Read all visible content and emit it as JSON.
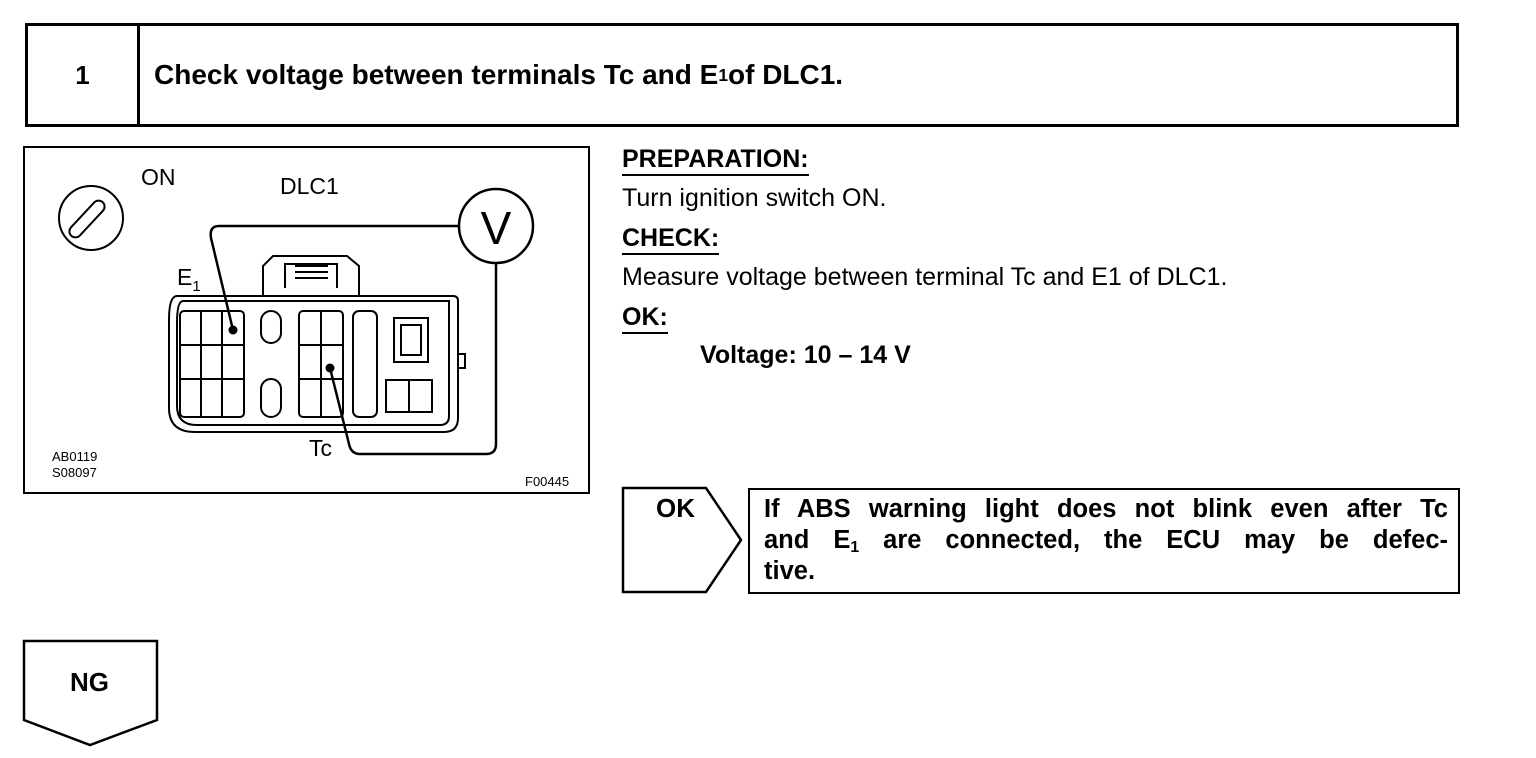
{
  "step": {
    "number": "1",
    "title_part1": "Check voltage between terminals Tc and E",
    "title_sub": "1",
    "title_part2": " of DLC1."
  },
  "figure": {
    "ignition_label": "ON",
    "connector_label": "DLC1",
    "meter_symbol": "V",
    "e1_label": "E",
    "e1_sub": "1",
    "tc_label": "Tc",
    "code1": "AB0119",
    "code2": "S08097",
    "figure_id": "F00445"
  },
  "procedure": {
    "preparation_heading": "PREPARATION:",
    "preparation_text": "Turn ignition switch ON.",
    "check_heading": "CHECK:",
    "check_text": "Measure voltage between terminal Tc and E1 of DLC1.",
    "ok_heading": "OK:",
    "ok_spec": "Voltage: 10 – 14 V"
  },
  "ok_branch": {
    "label": "OK",
    "line1": "If ABS warning light does not blink even after Tc",
    "line2_part1": "and E",
    "line2_sub": "1",
    "line2_part2": " are connected, the ECU may be defec-",
    "line3": "tive."
  },
  "ng_branch": {
    "label": "NG"
  }
}
